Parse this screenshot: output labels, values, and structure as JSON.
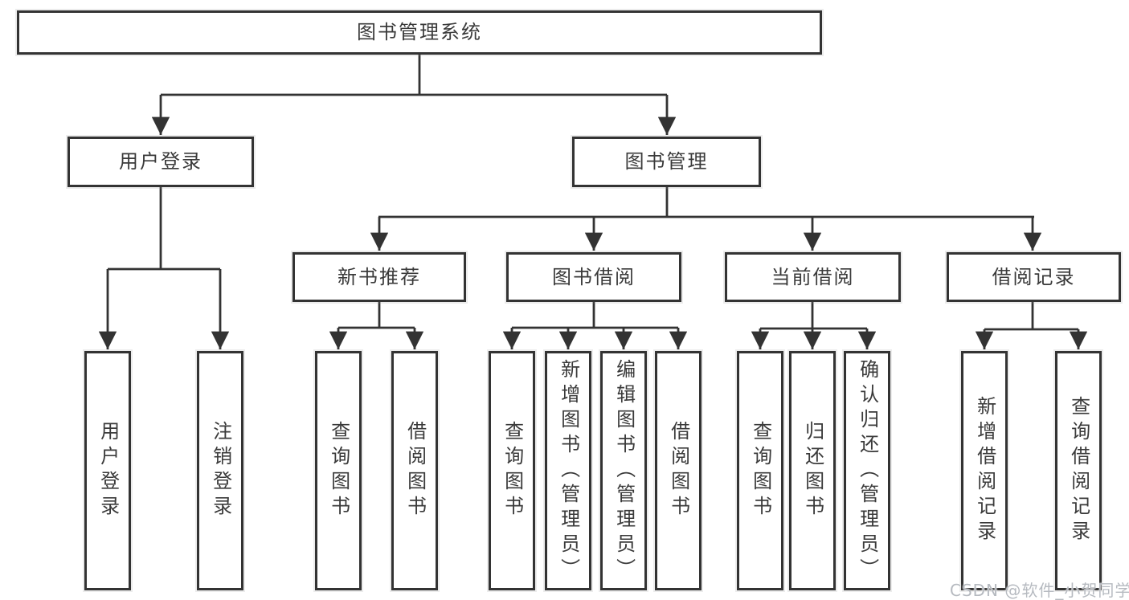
{
  "watermark": "CSDN @软件_小贺同学",
  "colors": {
    "line": "#333333",
    "text": "#3a3a3a",
    "box_fill": "#ffffff",
    "background": "#ffffff",
    "watermark": "#b6bac0"
  },
  "tree": {
    "label": "图书管理系统",
    "children": [
      {
        "label": "用户登录",
        "children": [
          {
            "label": "用户登录"
          },
          {
            "label": "注销登录"
          }
        ]
      },
      {
        "label": "图书管理",
        "children": [
          {
            "label": "新书推荐",
            "children": [
              {
                "label": "查询图书"
              },
              {
                "label": "借阅图书"
              }
            ]
          },
          {
            "label": "图书借阅",
            "children": [
              {
                "label": "查询图书"
              },
              {
                "label": "新增图书（管理员）"
              },
              {
                "label": "编辑图书（管理员）"
              },
              {
                "label": "借阅图书"
              }
            ]
          },
          {
            "label": "当前借阅",
            "children": [
              {
                "label": "查询图书"
              },
              {
                "label": "归还图书"
              },
              {
                "label": "确认归还（管理员）"
              }
            ]
          },
          {
            "label": "借阅记录",
            "children": [
              {
                "label": "新增借阅记录"
              },
              {
                "label": "查询借阅记录"
              }
            ]
          }
        ]
      }
    ]
  }
}
